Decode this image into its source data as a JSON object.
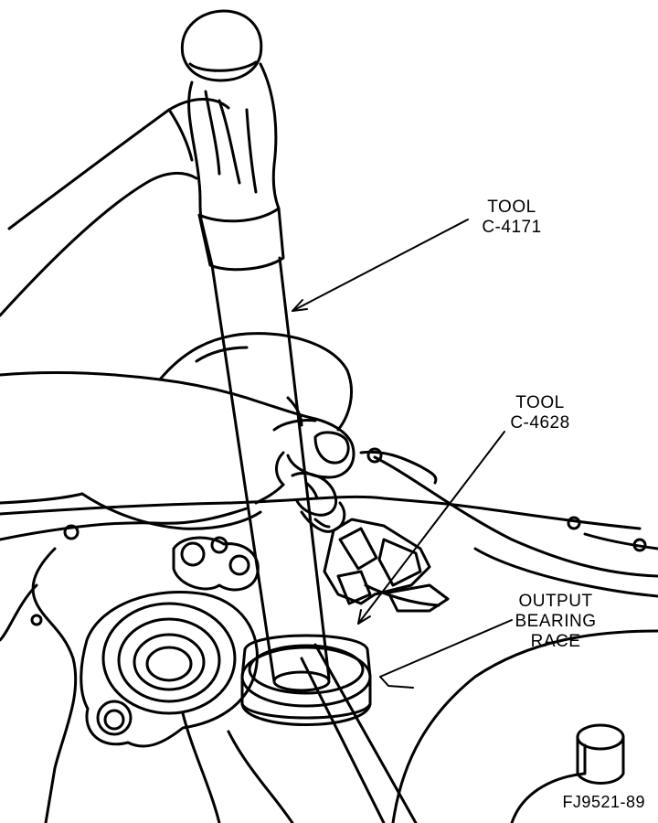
{
  "labels": {
    "tool_primary": {
      "line1": "TOOL",
      "line2": "C-4171"
    },
    "tool_secondary": {
      "line1": "TOOL",
      "line2": "C-4628"
    },
    "output_bearing_race": {
      "line1": "OUTPUT",
      "line2": "BEARING",
      "line3": "RACE"
    },
    "figure_code": "FJ9521-89"
  },
  "colors": {
    "ink": "#000000",
    "paper": "#ffffff"
  }
}
